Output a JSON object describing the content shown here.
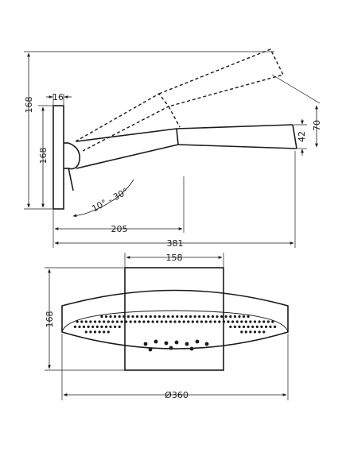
{
  "dimensions": {
    "top_height": "168",
    "plate_thickness": "16",
    "plate_height": "168",
    "head_thickness": "42",
    "head_offset": "70",
    "angle_range": "10° - 30°",
    "arm_projection": "205",
    "total_projection": "381",
    "body_width": "158",
    "front_height": "168",
    "diameter": "Ø360"
  },
  "colors": {
    "line": "#1a1a1a",
    "background": "#ffffff"
  }
}
